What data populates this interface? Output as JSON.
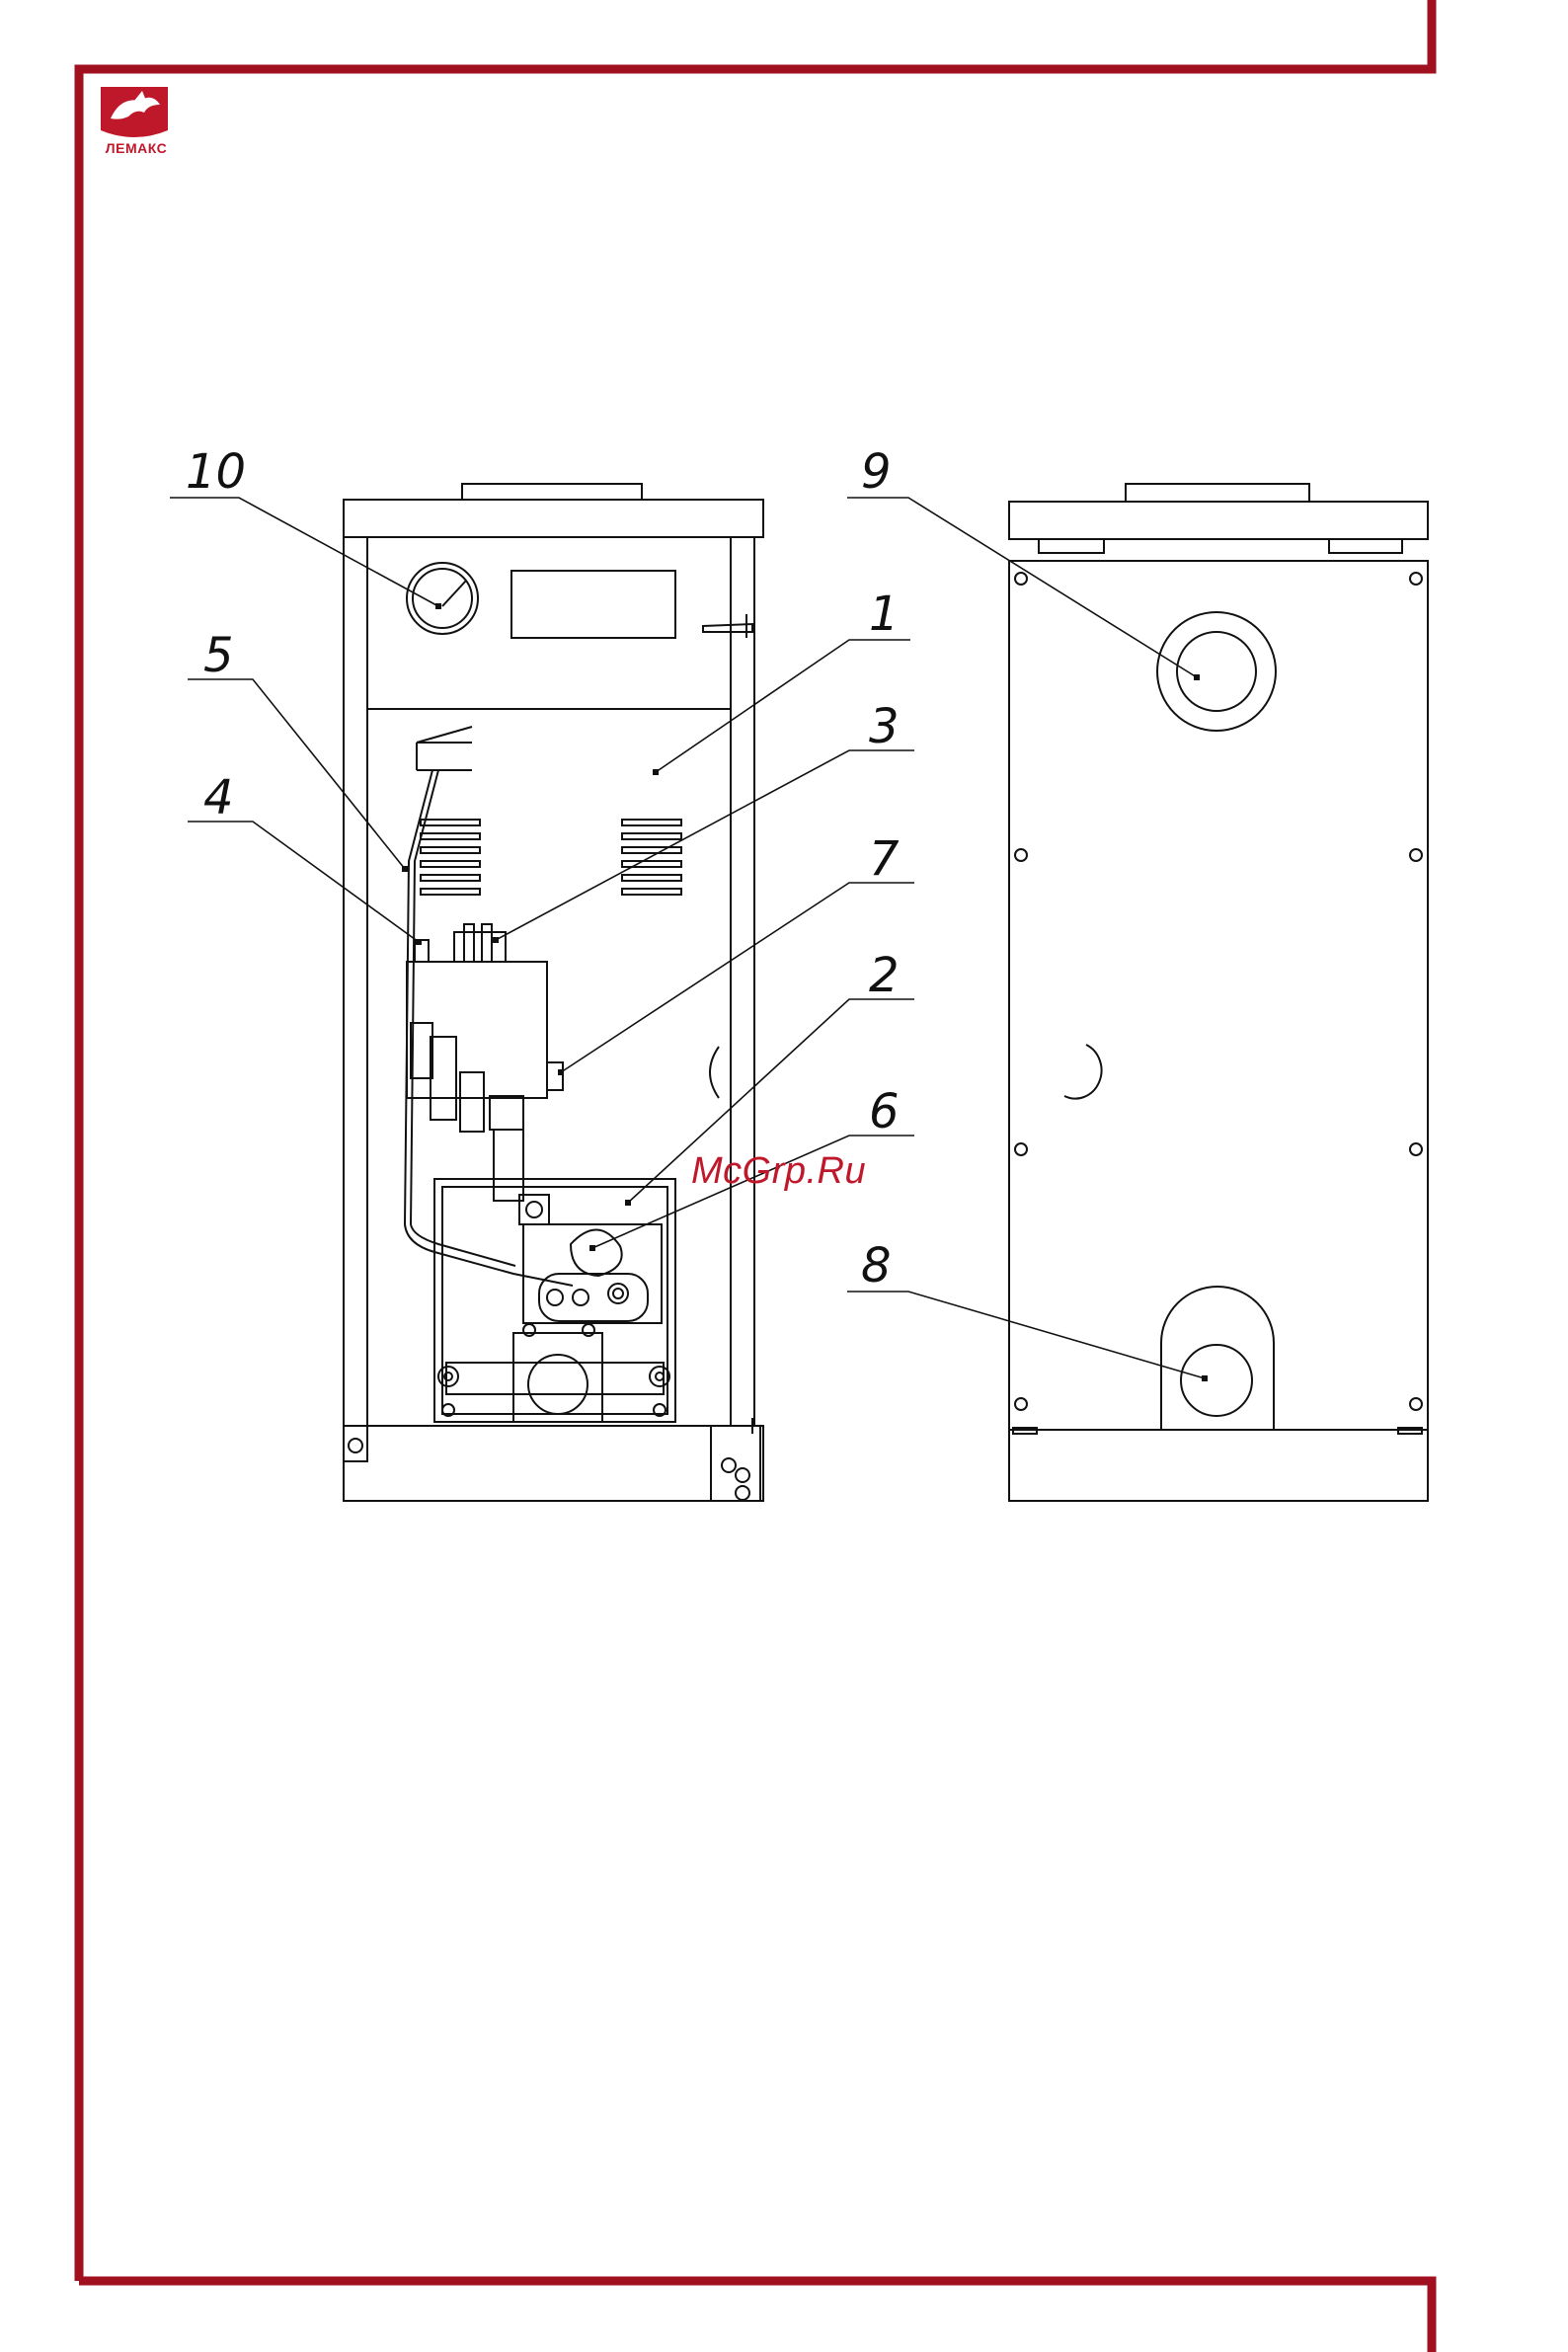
{
  "brand": {
    "name": "ЛЕМАКС",
    "color": "#c0182b"
  },
  "watermark": "McGrp.Ru",
  "callouts": {
    "c1": "1",
    "c2": "2",
    "c3": "3",
    "c4": "4",
    "c5": "5",
    "c6": "6",
    "c7": "7",
    "c8": "8",
    "c9": "9",
    "c10": "10"
  },
  "colors": {
    "frame": "#a0101f",
    "line": "#111111"
  }
}
